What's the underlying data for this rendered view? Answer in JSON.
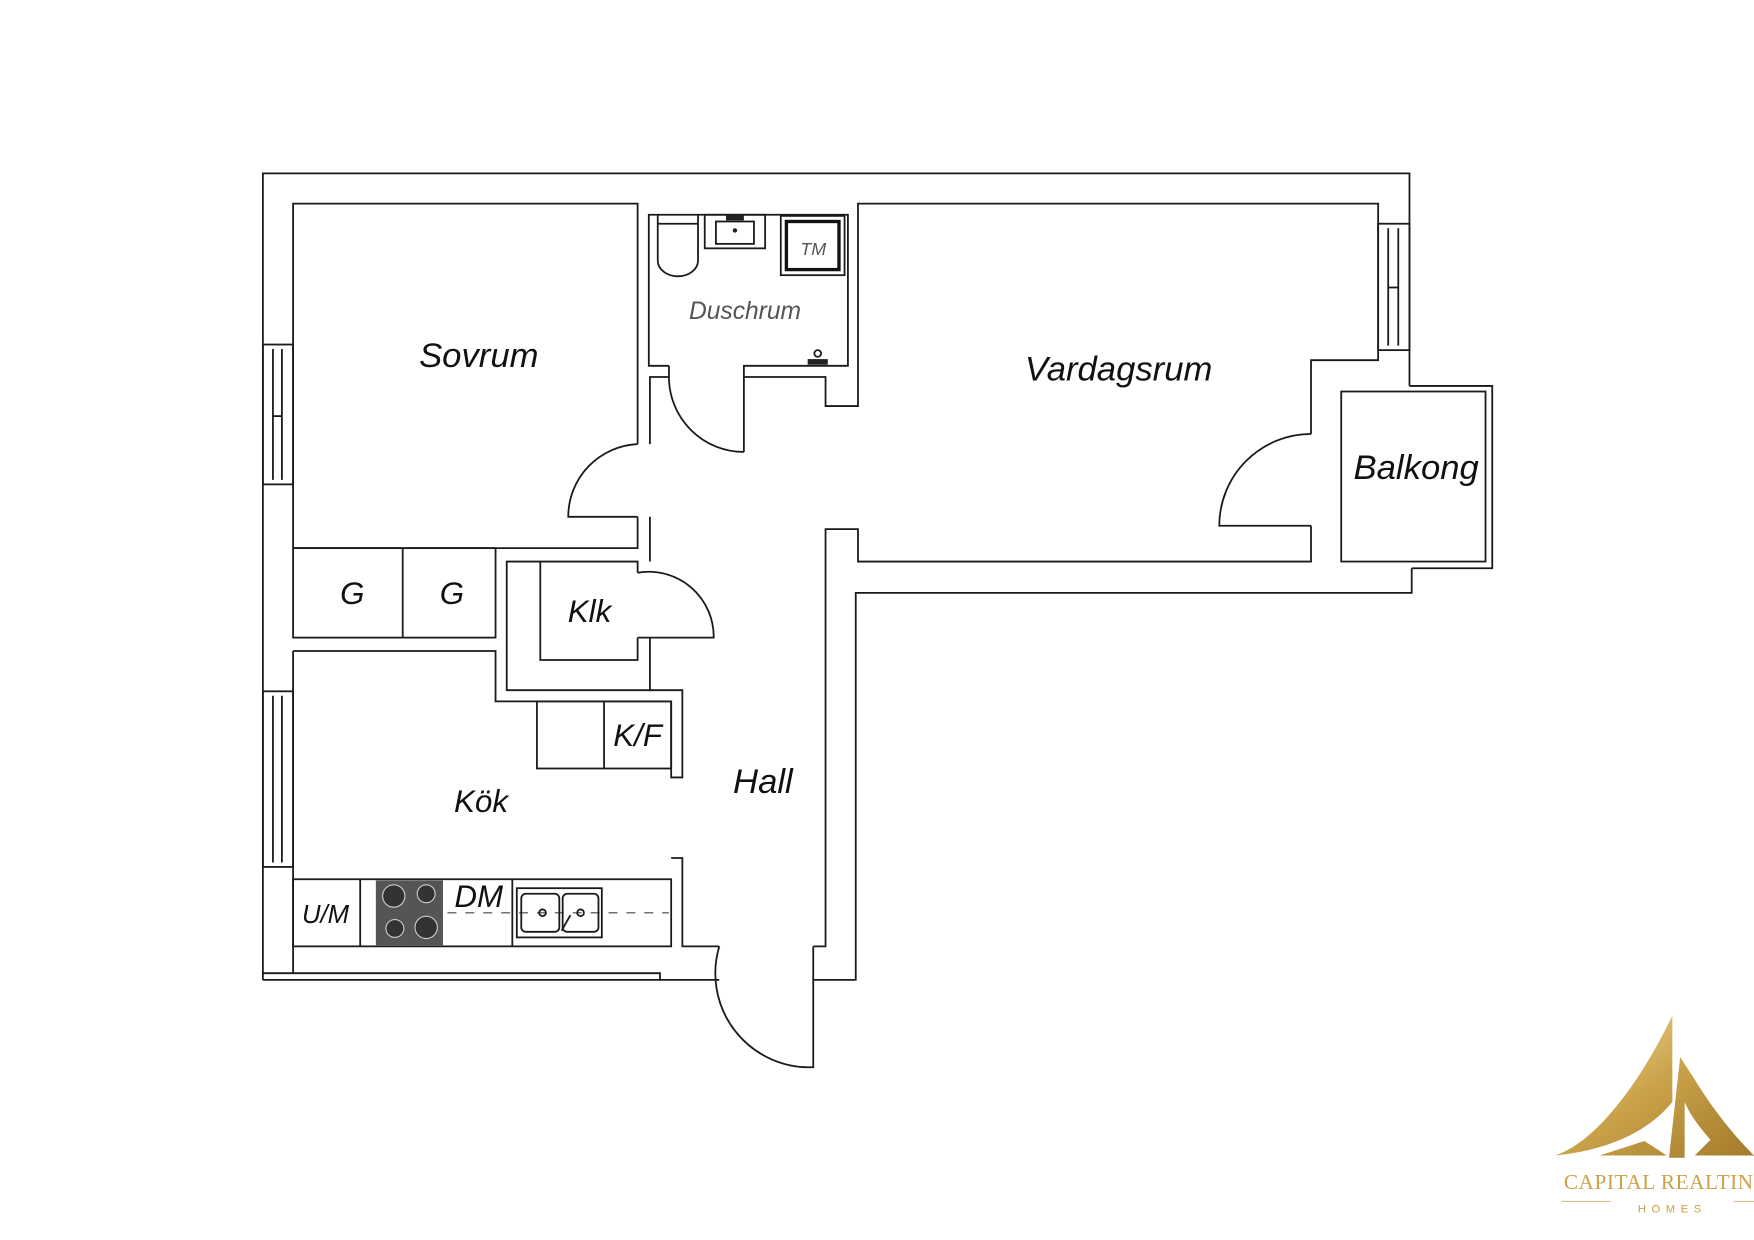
{
  "rooms": {
    "bedroom": "Sovrum",
    "shower_room": "Duschrum",
    "washing_machine": "TM",
    "living_room": "Vardagsrum",
    "balcony": "Balkong",
    "wardrobe_1": "G",
    "wardrobe_2": "G",
    "closet": "Klk",
    "fridge_freezer": "K/F",
    "hall": "Hall",
    "kitchen": "Kök",
    "oven_microwave": "U/M",
    "dishwasher": "DM"
  },
  "logo": {
    "name": "CAPITAL REALTIN",
    "subtitle": "HOMES",
    "color": "#c9a24a"
  }
}
